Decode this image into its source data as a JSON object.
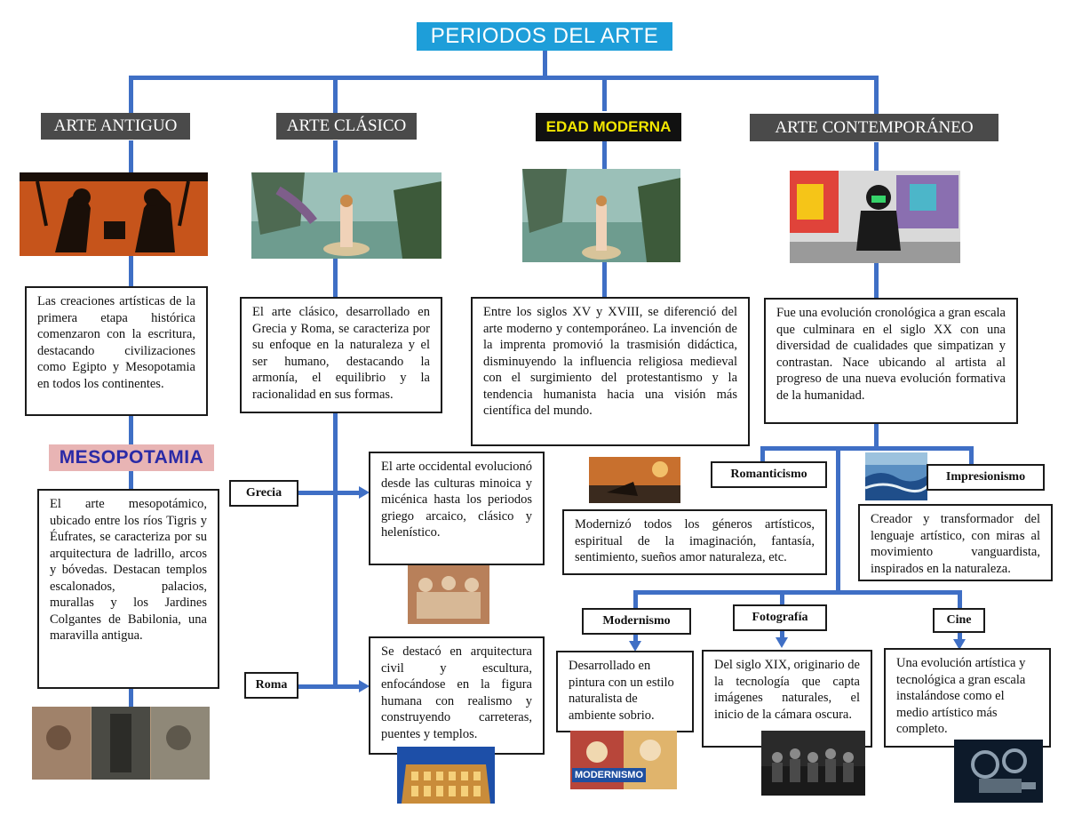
{
  "title": "PERIODOS DEL ARTE",
  "headers": {
    "antiguo": "ARTE ANTIGUO",
    "clasico": "ARTE CLÁSICO",
    "moderna": "EDAD MODERNA",
    "contemporaneo": "ARTE CONTEMPORÁNEO"
  },
  "texts": {
    "antiguo": "Las creaciones artísticas de la primera etapa histórica comenzaron con la escritura, destacando civilizaciones como Egipto y Mesopotamia en todos los continentes.",
    "clasico": "El arte clásico, desarrollado en Grecia y Roma, se caracteriza por su enfoque en la naturaleza y el ser humano, destacando la armonía, el equilibrio y la racionalidad en sus formas.",
    "moderna": "Entre los siglos XV y XVIII, se diferenció del arte moderno y contemporáneo. La invención de la imprenta promovió la trasmisión didáctica, disminuyendo la influencia religiosa medieval con el surgimiento del protestantismo y la tendencia humanista hacia una visión más científica del mundo.",
    "contemporaneo": "Fue una evolución cronológica a gran escala que culminara en el siglo XX con una diversidad de cualidades que simpatizan y contrastan. Nace ubicando al artista al progreso de una nueva evolución formativa de la humanidad.",
    "mesopotamia": "El arte mesopotámico, ubicado entre los ríos Tigris y Éufrates, se caracteriza por su arquitectura de ladrillo, arcos y bóvedas. Destacan templos escalonados, palacios, murallas y los Jardines Colgantes de Babilonia, una maravilla antigua.",
    "grecia": "El arte occidental evolucionó desde las culturas minoica y micénica hasta los periodos griego arcaico, clásico y helenístico.",
    "roma": "Se destacó en arquitectura civil y escultura, enfocándose en la figura humana con realismo y construyendo carreteras, puentes y templos.",
    "romanticismo": "Modernizó todos los géneros artísticos, espiritual de la imaginación, fantasía, sentimiento, sueños amor naturaleza, etc.",
    "impresionismo": "Creador y transformador del lenguaje artístico, con miras al movimiento vanguardista, inspirados en la naturaleza.",
    "modernismo": "Desarrollado en pintura con un estilo naturalista de ambiente sobrio.",
    "fotografia": "Del siglo XIX, originario de la tecnología que capta imágenes naturales, el inicio de la cámara oscura.",
    "cine": "Una evolución artística y tecnológica a gran escala instalándose como el medio artístico más completo."
  },
  "labels": {
    "mesopotamia": "MESOPOTAMIA",
    "grecia": "Grecia",
    "roma": "Roma",
    "romanticismo": "Romanticismo",
    "impresionismo": "Impresionismo",
    "modernismo": "Modernismo",
    "fotografia": "Fotografía",
    "cine": "Cine",
    "modernismo_img": "MODERNISMO"
  },
  "colors": {
    "connector": "#3f6fc5",
    "title_bg": "#1e9ed9",
    "header_bg": "#4a4a4a",
    "moderna_bg": "#111111",
    "moderna_text": "#f2e600"
  }
}
